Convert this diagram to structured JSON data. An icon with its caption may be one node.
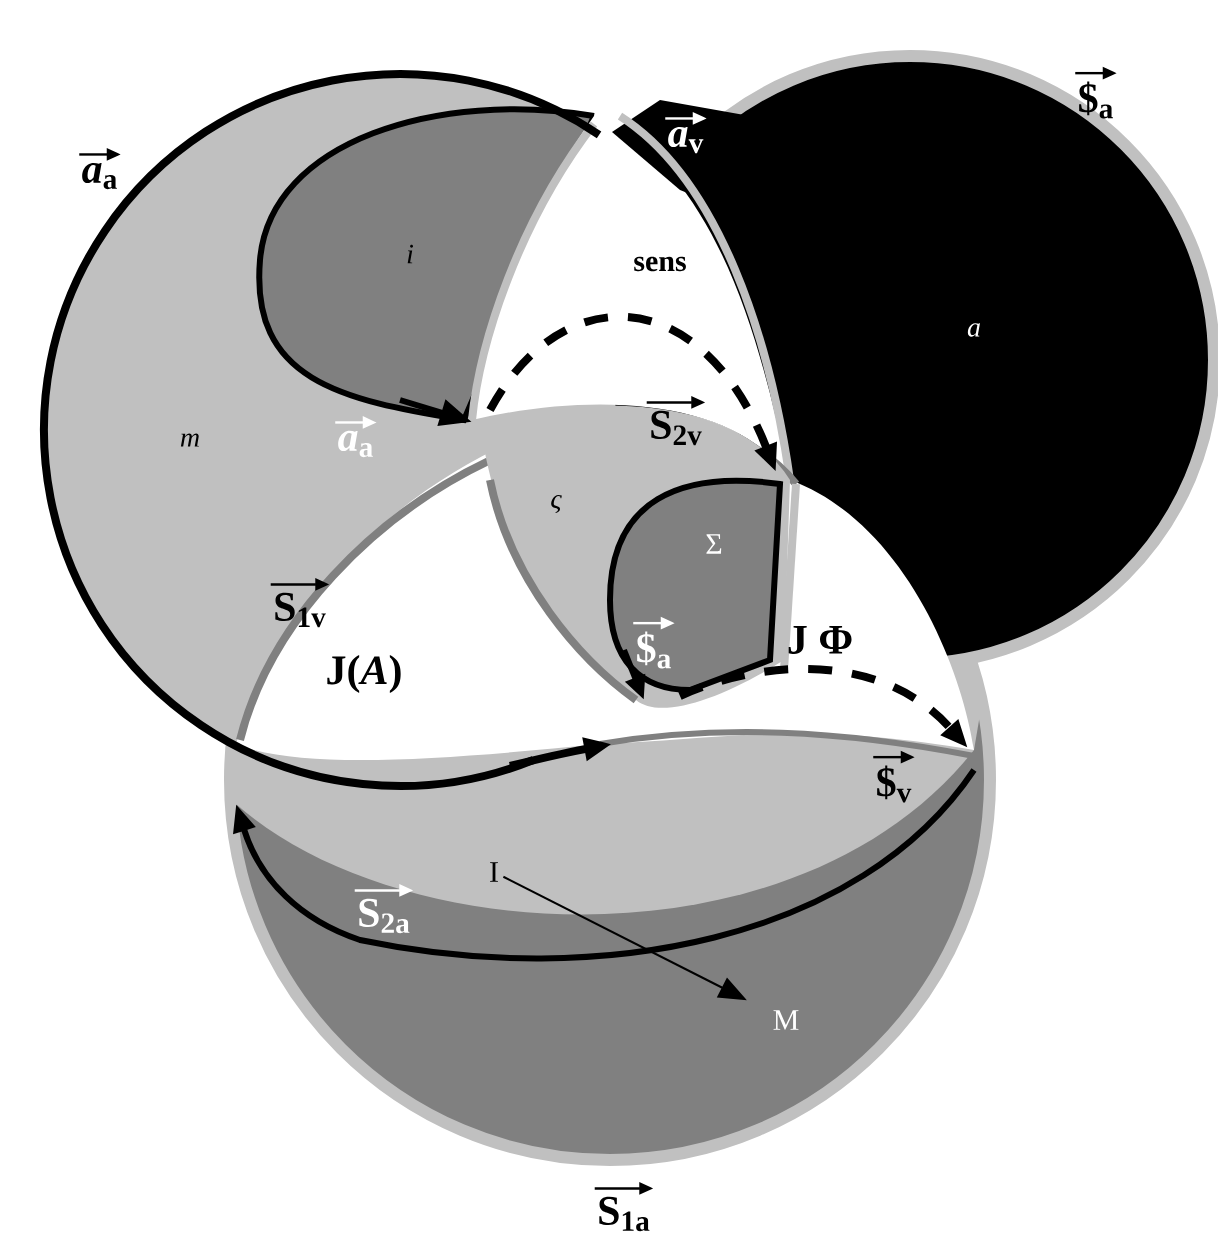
{
  "diagram": {
    "nodes": [
      {
        "text": [
          "I"
        ]
      },
      {
        "text": [
          "M"
        ]
      }
    ],
    "edges": [
      {
        "from": 0,
        "to": 1,
        "arrow": "to"
      }
    ],
    "labels": [
      "*a*$_{a}$",
      "$$_{a}$",
      "*a*$_{v}$",
      "i",
      "sens",
      "a",
      "m",
      "*a*$_{a}$",
      "S$_{2v}$",
      "ς",
      "Σ",
      "S$_{1v}$",
      "J(*A*)",
      "$$_{a}$",
      "J  Φ",
      "$$_{v}$",
      "S$_{2a}$",
      "S$_{1a}$"
    ]
  }
}
